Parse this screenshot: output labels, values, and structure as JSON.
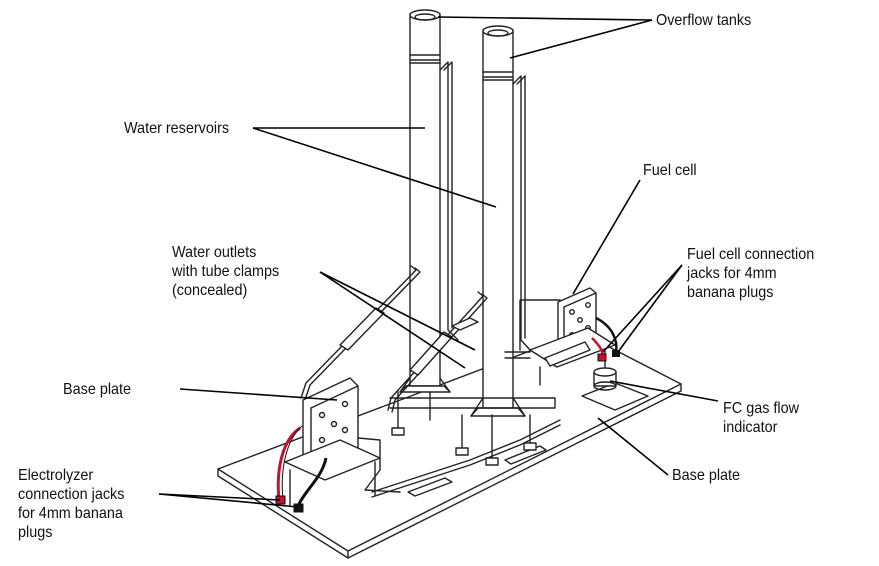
{
  "labels": {
    "overflow_tanks": "Overflow tanks",
    "water_reservoirs": "Water reservoirs",
    "fuel_cell": "Fuel cell",
    "fuel_cell_jacks": "Fuel cell connection\njacks for 4mm\nbanana plugs",
    "water_outlets": "Water outlets\nwith tube clamps\n(concealed)",
    "base_plate_left": "Base plate",
    "fc_gas_flow_indicator": "FC gas flow\nindicator",
    "base_plate_right": "Base plate",
    "electrolyzer_jacks": "Electrolyzer\nconnection jacks\nfor 4mm banana\nplugs"
  },
  "colors": {
    "wire_red": "#c8102e",
    "wire_black": "#111111",
    "line": "#222222"
  }
}
